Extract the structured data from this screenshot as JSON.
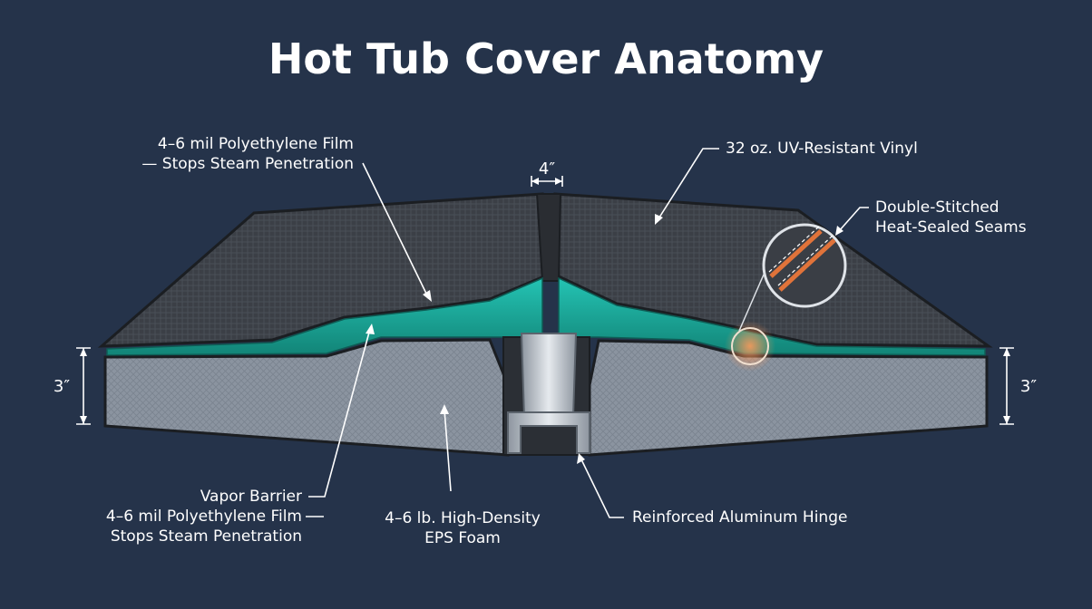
{
  "title": "Hot Tub Cover Anatomy",
  "colors": {
    "background": "#25334a",
    "vinyl": "#3a3e45",
    "vapor_barrier": "#1aa89c",
    "foam": "#8a939f",
    "hinge": "#c4cbd3",
    "seam_highlight": "#e0733a"
  },
  "labels": {
    "film_top": {
      "line1": "4–6 mil Polyethylene Film",
      "line2": "— Stops Steam Penetration"
    },
    "vinyl": "32 oz. UV-Resistant Vinyl",
    "seams": {
      "line1": "Double-Stitched",
      "line2": "Heat-Sealed Seams"
    },
    "vapor_barrier": {
      "line1": "Vapor Barrier",
      "line2": "4–6 mil Polyethylene Film",
      "line3": "Stops Steam Penetration"
    },
    "foam": {
      "line1": "4–6 lb. High-Density",
      "line2": "EPS Foam"
    },
    "hinge": "Reinforced Aluminum Hinge"
  },
  "dimensions": {
    "center_width": "4″",
    "left_edge": "3″",
    "right_edge": "3″"
  }
}
